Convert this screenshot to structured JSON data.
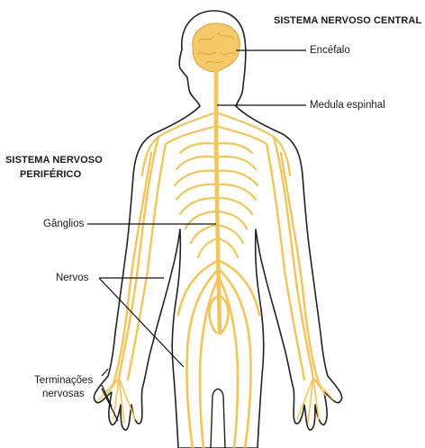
{
  "diagram": {
    "central_system": {
      "heading": "SISTEMA NERVOSO CENTRAL",
      "brain_label": "Encéfalo",
      "spinal_cord_label": "Medula espinhal"
    },
    "peripheral_system": {
      "heading_line1": "SISTEMA NERVOSO",
      "heading_line2": "PERIFÉRICO",
      "ganglia_label": "Gânglios",
      "nerves_label": "Nervos",
      "nerve_endings_line1": "Terminações",
      "nerve_endings_line2": "nervosas"
    },
    "colors": {
      "nerve": "#f2c45a",
      "brain": "#f5c96a",
      "outline": "#222222",
      "leader_line": "#111111"
    }
  }
}
